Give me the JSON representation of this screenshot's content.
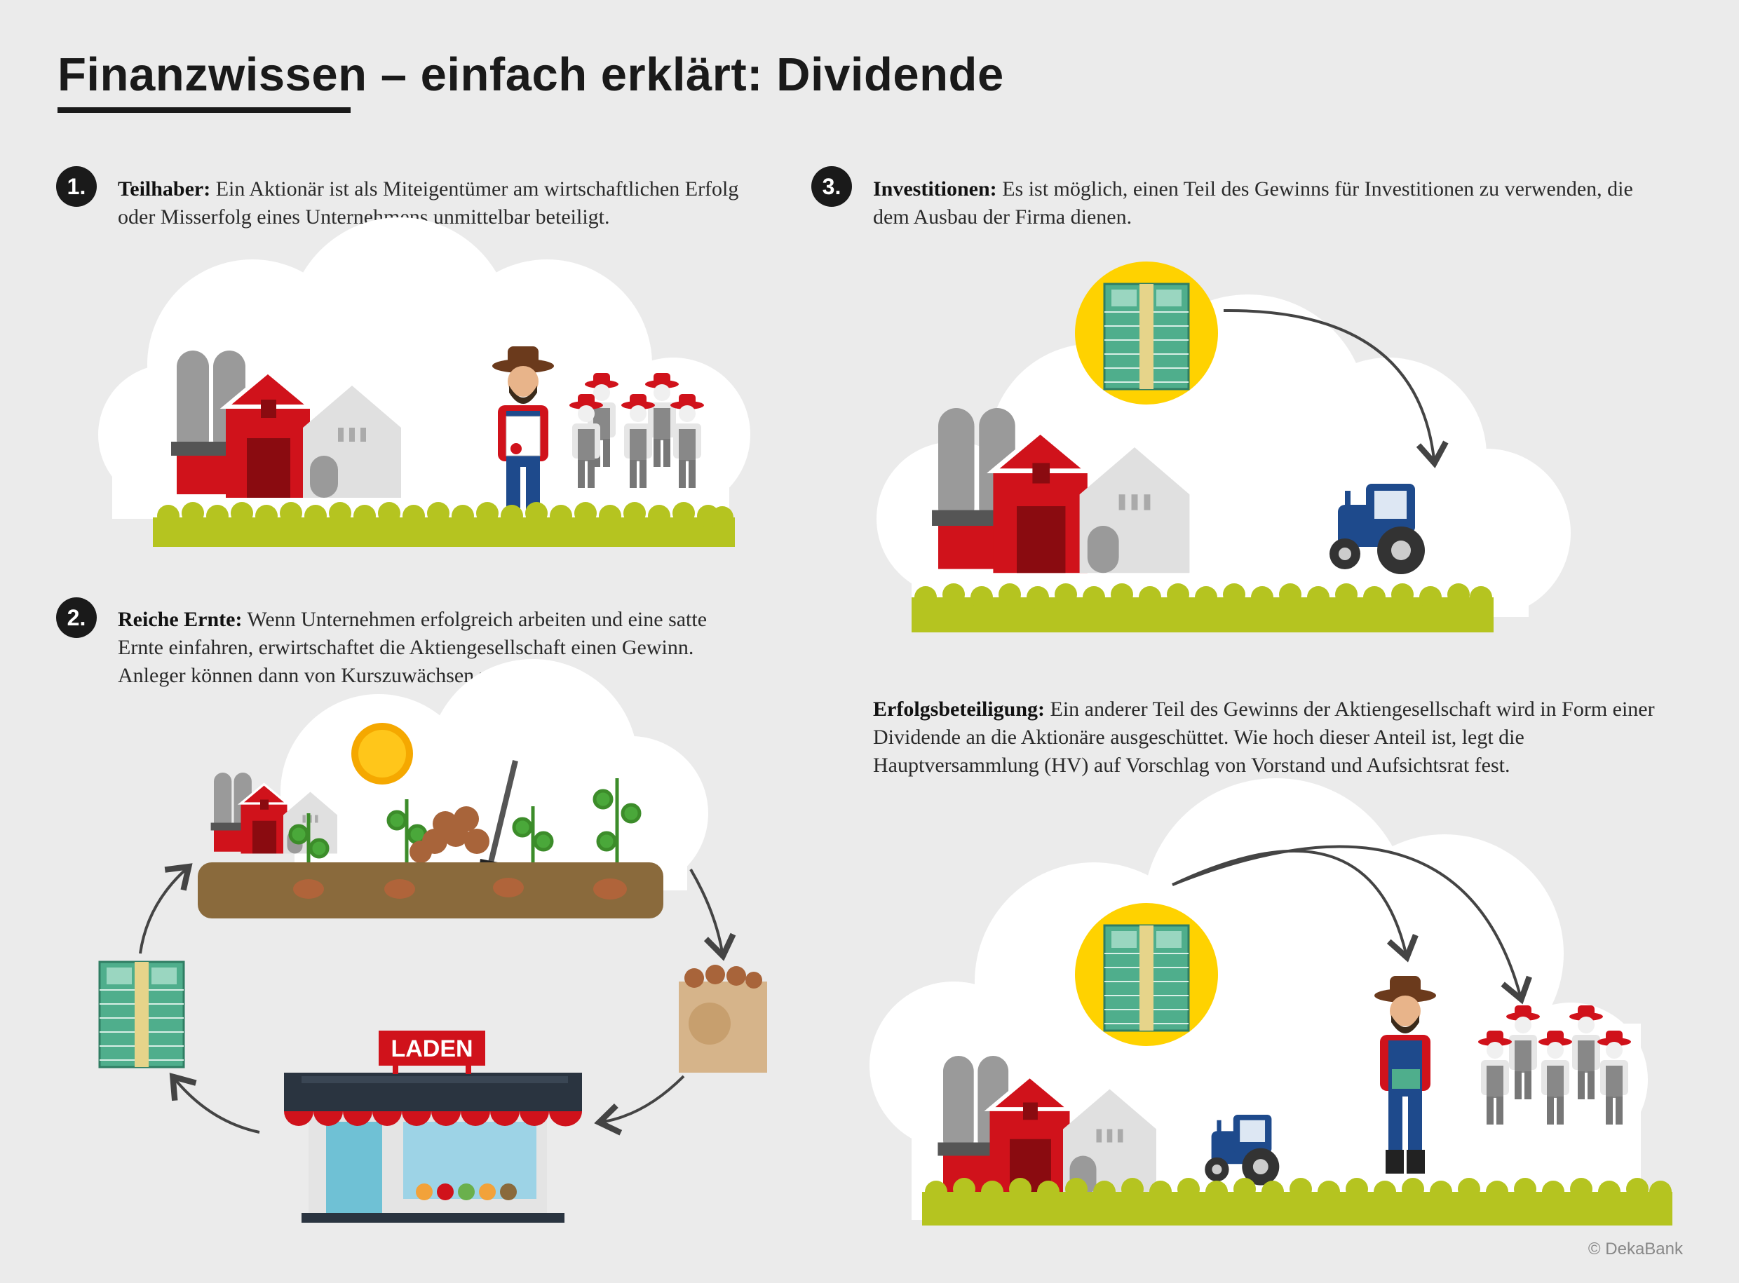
{
  "title": {
    "main": "Finanzwissen",
    "rest": " – einfach erklärt: Dividende"
  },
  "steps": [
    {
      "number": "1.",
      "heading": "Teilhaber:",
      "text": "Ein Aktionär ist als Miteigentümer am wirtschaftlichen Erfolg oder Misserfolg eines Unternehmens unmittelbar beteiligt."
    },
    {
      "number": "2.",
      "heading": "Reiche Ernte:",
      "text": "Wenn Unternehmen erfolgreich arbeiten und eine satte Ernte einfahren, erwirtschaftet die Aktiengesellschaft einen Gewinn. Anleger können dann von Kurszuwächsen profitieren."
    },
    {
      "number": "3.",
      "heading": "Investitionen:",
      "text": "Es ist möglich, einen Teil des Gewinns für Investitionen zu verwenden, die dem Ausbau der Firma dienen."
    },
    {
      "number": "",
      "heading": "Erfolgsbeteiligung:",
      "text": "Ein anderer Teil des Gewinns der Aktiengesellschaft wird in Form einer Dividende an die Aktionäre ausgeschüttet. Wie hoch dieser Anteil ist, legt die Hauptversammlung (HV) auf Vorschlag von Vorstand und Aufsichtsrat fest."
    }
  ],
  "shop_sign": "LADEN",
  "credit": "© DekaBank",
  "colors": {
    "barn_red": "#d0121b",
    "grass": "#b5c420",
    "coin": "#ffd200",
    "tractor": "#1e4a8c",
    "background": "#ebebeb"
  }
}
